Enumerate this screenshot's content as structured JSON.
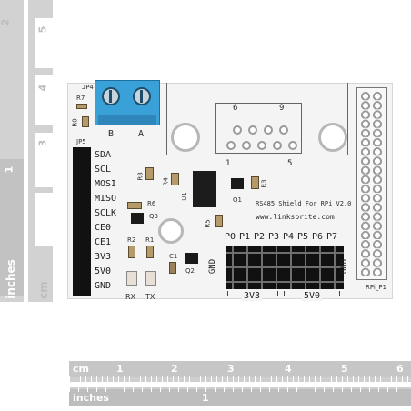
{
  "ruler_top_vertical": {
    "labels": [
      "2",
      "5",
      "4"
    ]
  },
  "ruler_left": {
    "unit_inches": "inches",
    "unit_cm": "cm",
    "label_1": "1",
    "label_3": "3"
  },
  "ruler_bottom": {
    "unit_cm": "cm",
    "unit_inches": "inches",
    "cm_ticks": [
      "1",
      "2",
      "3",
      "4",
      "5",
      "6"
    ],
    "inch_ticks": [
      "1"
    ]
  },
  "board": {
    "terminal_label": "JP4",
    "terminal_pins": [
      "B",
      "A"
    ],
    "header_label": "JP5",
    "header_pins": [
      "SDA",
      "SCL",
      "MOSI",
      "MISO",
      "SCLK",
      "CE0",
      "CE1",
      "3V3",
      "5V0",
      "GND"
    ],
    "components": [
      "R7",
      "R0",
      "R8",
      "R4",
      "R6",
      "Q3",
      "R2",
      "R1",
      "C1",
      "Q2",
      "U1",
      "Q1",
      "R3",
      "R5"
    ],
    "led_labels": [
      "RX",
      "TX"
    ],
    "db9_top": [
      "6",
      "9"
    ],
    "db9_bottom": [
      "1",
      "5"
    ],
    "title": "RS485 Shield For RPi V2.0",
    "url": "www.linksprite.com",
    "port_labels": [
      "P0",
      "P1",
      "P2",
      "P3",
      "P4",
      "P5",
      "P6",
      "P7"
    ],
    "gnd_left": "GND",
    "gnd_right": "GND",
    "rail_3v3": "3V3",
    "rail_5v0": "5V0",
    "rpi_label": "RPi_P1"
  },
  "colors": {
    "terminal": "#3aa0d8",
    "ruler": "#c9c9c9",
    "header": "#111111"
  }
}
